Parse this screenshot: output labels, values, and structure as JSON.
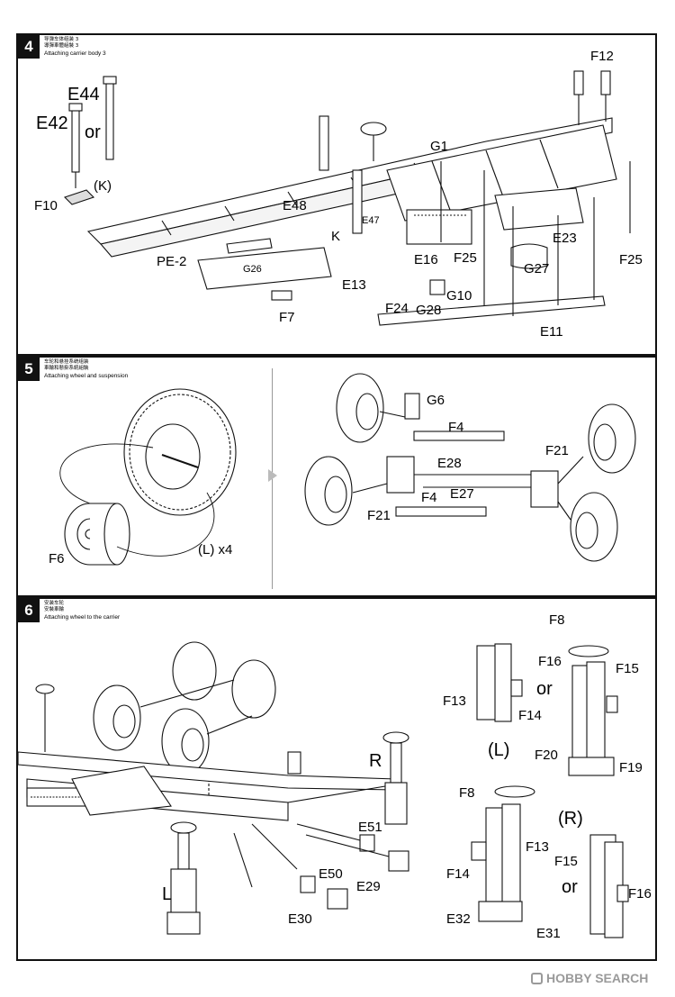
{
  "steps": [
    {
      "number": "4",
      "title_cn_1": "导弹车体组装 3",
      "title_cn_2": "導彈車體組裝 3",
      "title_en": "Attaching carrier body 3",
      "labels": {
        "E44": "E44",
        "E42": "E42",
        "or": "or",
        "K_paren": "(K)",
        "F10": "F10",
        "F12": "F12",
        "G1": "G1",
        "E48": "E48",
        "K": "K",
        "E47": "E47",
        "PE2": "PE-2",
        "G26": "G26",
        "E13": "E13",
        "F7": "F7",
        "E16": "E16",
        "F25a": "F25",
        "F25b": "F25",
        "E23": "E23",
        "G27": "G27",
        "G10": "G10",
        "F24": "F24",
        "G28": "G28",
        "E11": "E11"
      }
    },
    {
      "number": "5",
      "title_cn_1": "车轮和悬挂系统组装",
      "title_cn_2": "車輪和懸掛系統組裝",
      "title_en": "Attaching wheel and suspension",
      "labels": {
        "F6": "F6",
        "L_x4": "(L) x4",
        "G6": "G6",
        "F4a": "F4",
        "F4b": "F4",
        "F21a": "F21",
        "F21b": "F21",
        "E28": "E28",
        "E27": "E27"
      }
    },
    {
      "number": "6",
      "title_cn_1": "安装车轮",
      "title_cn_2": "安裝車輪",
      "title_en": "Attaching wheel to the carrier",
      "labels": {
        "R": "R",
        "L": "L",
        "E51": "E51",
        "E50": "E50",
        "E29": "E29",
        "E30": "E30",
        "F8a": "F8",
        "F16a": "F16",
        "F15a": "F15",
        "F13a": "F13",
        "F14a": "F14",
        "or1": "or",
        "L_paren": "(L)",
        "F20": "F20",
        "F19": "F19",
        "F8b": "F8",
        "R_paren": "(R)",
        "F13b": "F13",
        "F14b": "F14",
        "F15b": "F15",
        "or2": "or",
        "F16b": "F16",
        "E32": "E32",
        "E31": "E31"
      }
    }
  ],
  "watermark": "HOBBY SEARCH"
}
